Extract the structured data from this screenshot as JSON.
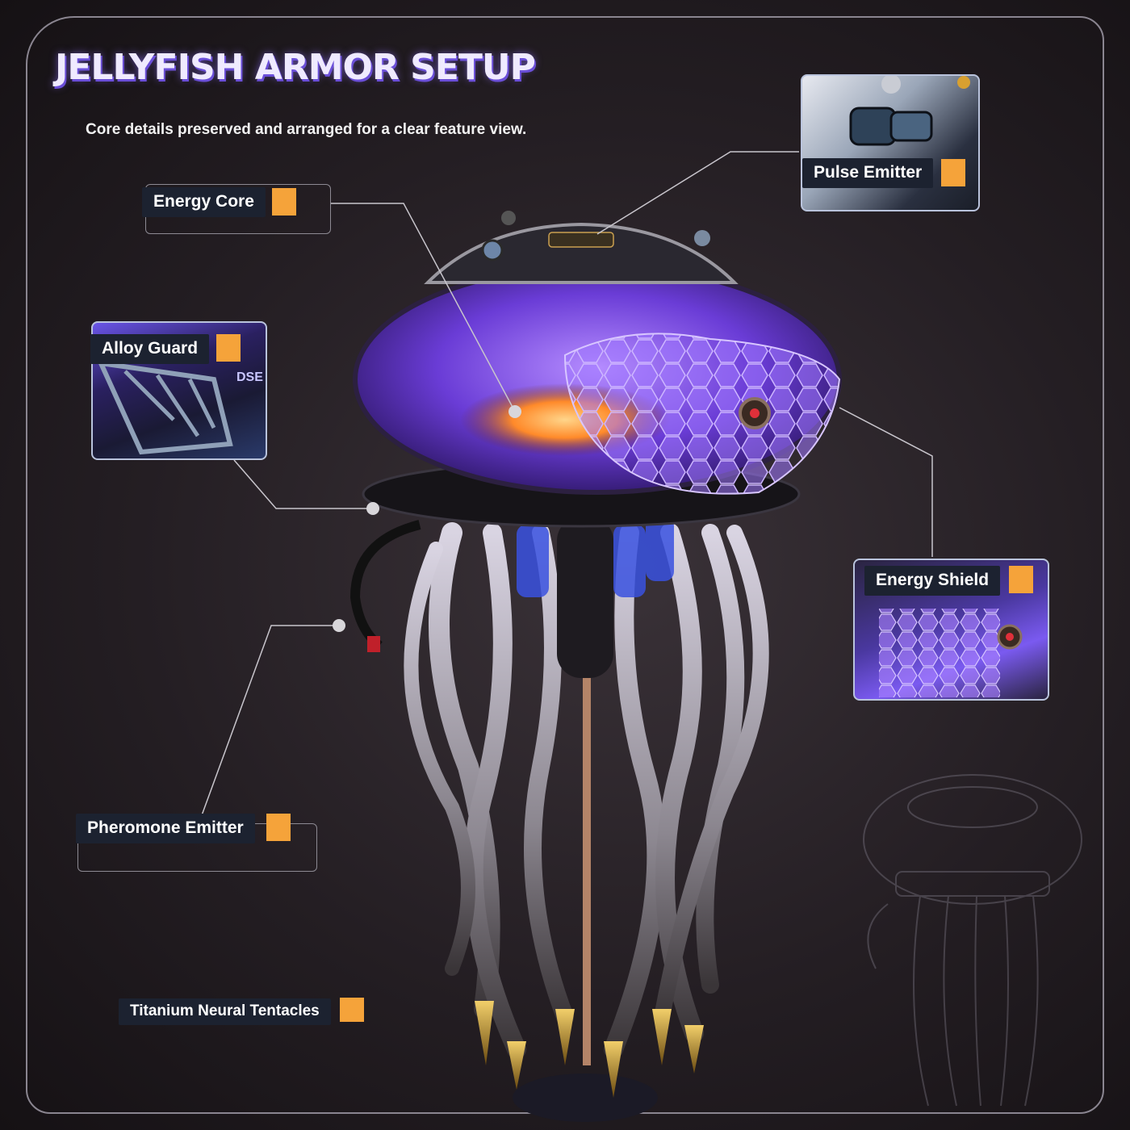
{
  "title": "JELLYFISH ARMOR SETUP",
  "subtitle": "Core details preserved and arranged for a clear feature view.",
  "features": {
    "energy_core": "Energy Core",
    "pulse_emitter": "Pulse Emitter",
    "alloy_guard": "Alloy Guard",
    "energy_shield": "Energy Shield",
    "pheromone_emitter": "Pheromone Emitter",
    "titanium_tentacles": "Titanium Neural Tentacles"
  },
  "colors": {
    "accent": "#f5a33a",
    "title_glow": "#6b4fd8",
    "shell": "#6a3cd6",
    "tag_background": "#1c2230"
  }
}
